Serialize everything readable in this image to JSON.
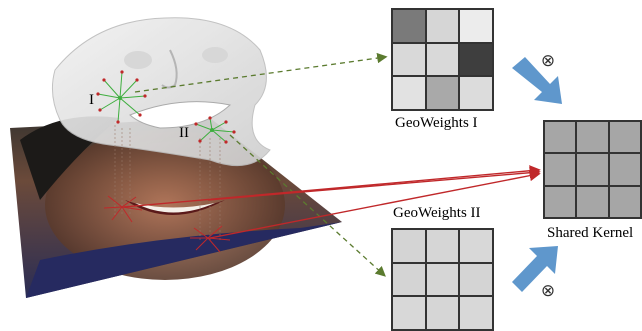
{
  "labels": {
    "point_one": "I",
    "point_two": "II",
    "geo_one": "GeoWeights I",
    "geo_two": "GeoWeights II",
    "shared": "Shared Kernel"
  },
  "operator_symbol": "⊗",
  "geoweights_one": [
    "#7a7a7a",
    "#d6d6d6",
    "#ececec",
    "#d9d9d9",
    "#d9d9d9",
    "#3e3e3e",
    "#e2e2e2",
    "#a9a9a9",
    "#dcdcdc"
  ],
  "geoweights_two": [
    "#d4d4d4",
    "#d6d6d6",
    "#d8d8d8",
    "#d4d4d4",
    "#d6d6d6",
    "#d4d4d4",
    "#d8d8d8",
    "#d6d6d6",
    "#d8d8d8"
  ],
  "shared_kernel": [
    "#a6a6a6",
    "#a6a6a6",
    "#a6a6a6",
    "#a6a6a6",
    "#a6a6a6",
    "#a6a6a6",
    "#a6a6a6",
    "#a6a6a6",
    "#a6a6a6"
  ],
  "colors": {
    "dashed_arrow": "#5b7b2f",
    "red_arrow": "#c0282a",
    "blue_arrow": "#5f97cc",
    "green_star": "#3fae3f",
    "red_star": "#c0282a"
  }
}
